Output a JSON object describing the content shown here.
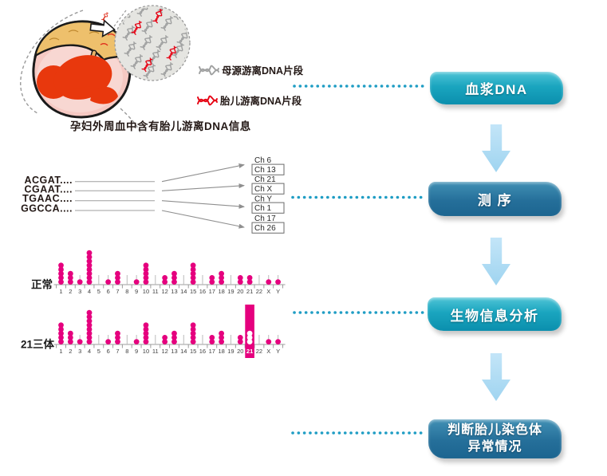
{
  "illustration": {
    "caption": "孕妇外周血中含有胎儿游离DNA信息",
    "description_icons": [
      "pregnant-belly-with-fetus",
      "zoom-circle-with-dna-fragments"
    ]
  },
  "legend": {
    "items": [
      {
        "label": "母源游离DNA片段",
        "color": "#9fa0a0",
        "icon": "maternal-dna-icon"
      },
      {
        "label": "胎儿游离DNA片段",
        "color": "#e60012",
        "icon": "fetal-dna-icon"
      }
    ]
  },
  "sequence_panel": {
    "reads": [
      "ACGAT....",
      "CGAAT....",
      "TGAAC....",
      "GGCCA...."
    ],
    "chromosome_labels": [
      {
        "label": "Ch 6",
        "boxed": false
      },
      {
        "label": "Ch 13",
        "boxed": true
      },
      {
        "label": "Ch 21",
        "boxed": false
      },
      {
        "label": "Ch X",
        "boxed": true
      },
      {
        "label": "Ch Y",
        "boxed": false
      },
      {
        "label": "Ch 1",
        "boxed": true
      },
      {
        "label": "Ch 17",
        "boxed": false
      },
      {
        "label": "Ch 26",
        "boxed": true
      }
    ]
  },
  "chart_data": [
    {
      "type": "dot-plot",
      "title": "正常",
      "categories": [
        "1",
        "2",
        "3",
        "4",
        "5",
        "6",
        "7",
        "8",
        "9",
        "10",
        "11",
        "12",
        "13",
        "14",
        "15",
        "16",
        "17",
        "18",
        "19",
        "20",
        "21",
        "22",
        "X",
        "Y"
      ],
      "values": [
        5,
        3,
        1,
        8,
        0,
        1,
        3,
        0,
        1,
        5,
        0,
        2,
        3,
        0,
        5,
        0,
        2,
        3,
        0,
        2,
        2,
        0,
        1,
        1
      ],
      "dot_color": "#e5007e",
      "highlight": null,
      "xlabel": "",
      "ylabel": "",
      "grid": false
    },
    {
      "type": "dot-plot",
      "title": "21三体",
      "categories": [
        "1",
        "2",
        "3",
        "4",
        "5",
        "6",
        "7",
        "8",
        "9",
        "10",
        "11",
        "12",
        "13",
        "14",
        "15",
        "16",
        "17",
        "18",
        "19",
        "20",
        "21",
        "22",
        "X",
        "Y"
      ],
      "values": [
        5,
        3,
        1,
        8,
        0,
        1,
        3,
        0,
        1,
        5,
        0,
        2,
        3,
        0,
        5,
        0,
        2,
        3,
        0,
        2,
        3,
        0,
        1,
        1
      ],
      "dot_color": "#e5007e",
      "highlight": {
        "category": "21",
        "style": "filled-bar",
        "bar_dot_color": "#ffffff"
      },
      "xlabel": "",
      "ylabel": "",
      "grid": false
    }
  ],
  "flow": {
    "steps": [
      {
        "label": "血浆DNA",
        "color": "#14a0bb"
      },
      {
        "label": "测 序",
        "color": "#2273a0"
      },
      {
        "label": "生物信息分析",
        "color": "#14a0bb"
      },
      {
        "label_lines": [
          "判断胎儿染色体",
          "异常情况"
        ],
        "color": "#2273a0"
      }
    ],
    "connector_arrow_color": "#a9d9f2",
    "dotted_line_color": "#1f9dc4"
  }
}
